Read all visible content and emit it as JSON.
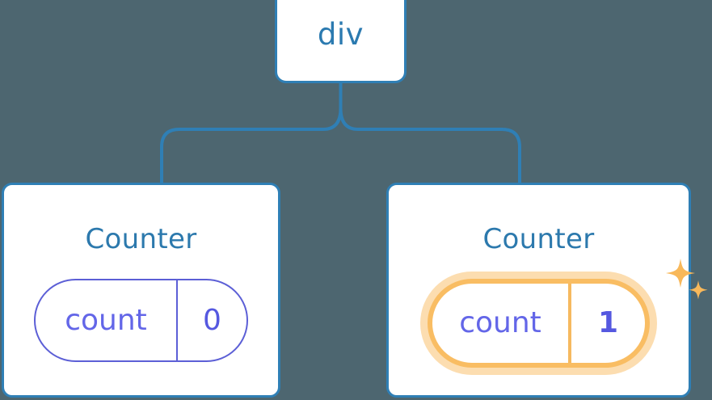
{
  "theme": {
    "background_color": "#4d6670",
    "card_border_color": "#2f7fb5",
    "card_fill_color": "#ffffff",
    "title_text_color": "#2c79ad",
    "connector_color": "#2f7fb5",
    "pill_border_color": "#5c5fd6",
    "pill_text_color": "#6366e8",
    "highlight_border_color": "#f9bd63",
    "highlight_glow_color": "#fcddb0",
    "sparkle_color": "#f8b85a"
  },
  "root": {
    "label": "div"
  },
  "nodes": [
    {
      "title": "Counter",
      "highlighted": false,
      "state": {
        "key": "count",
        "value": "0"
      },
      "sparkles": false
    },
    {
      "title": "Counter",
      "highlighted": true,
      "state": {
        "key": "count",
        "value": "1"
      },
      "sparkles": true
    }
  ],
  "icons": {
    "sparkle_large": "sparkle-icon",
    "sparkle_small": "sparkle-icon"
  }
}
